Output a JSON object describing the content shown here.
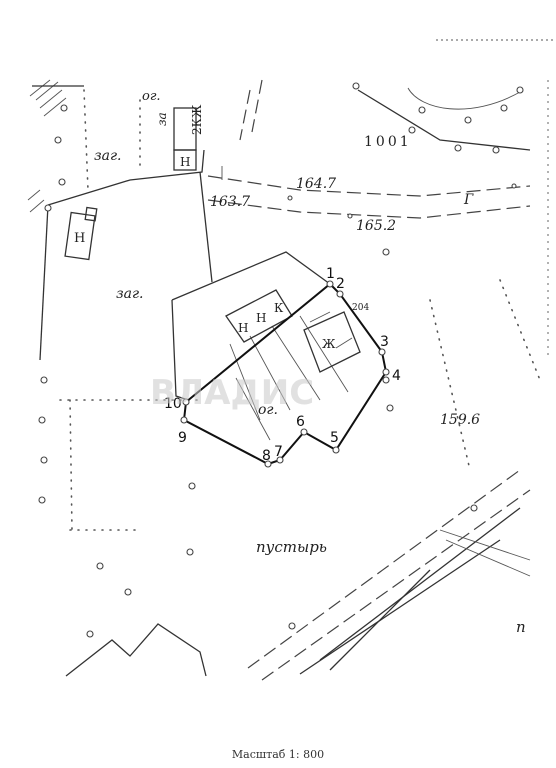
{
  "map": {
    "land_labels": {
      "og_top": "ог.",
      "za": "за",
      "zag_top": "заг.",
      "zag_left": "заг.",
      "og_parcel": "ог.",
      "pustyr": "пустырь",
      "p_right": "п"
    },
    "building_labels": {
      "b_2kzh": "2КЖ",
      "b_n_small": "Н",
      "b_n_left": "Н",
      "b_n1": "Н",
      "b_n2": "Н",
      "b_k": "К",
      "b_zh": "Ж"
    },
    "elevations": {
      "e_163_7": "163.7",
      "e_164_7": "164.7",
      "e_165_2": "165.2",
      "e_159_6": "159.6"
    },
    "codes": {
      "c_1001": "1001",
      "c_gamma": "Г",
      "c_204": "204"
    },
    "boundary_points": [
      {
        "label": "1"
      },
      {
        "label": "2"
      },
      {
        "label": "3"
      },
      {
        "label": "4"
      },
      {
        "label": "5"
      },
      {
        "label": "6"
      },
      {
        "label": "7"
      },
      {
        "label": "8"
      },
      {
        "label": "9"
      },
      {
        "label": "10"
      }
    ],
    "watermark": "ВЛАДИС"
  },
  "footer": {
    "scale_text": "Масштаб 1: 800"
  }
}
